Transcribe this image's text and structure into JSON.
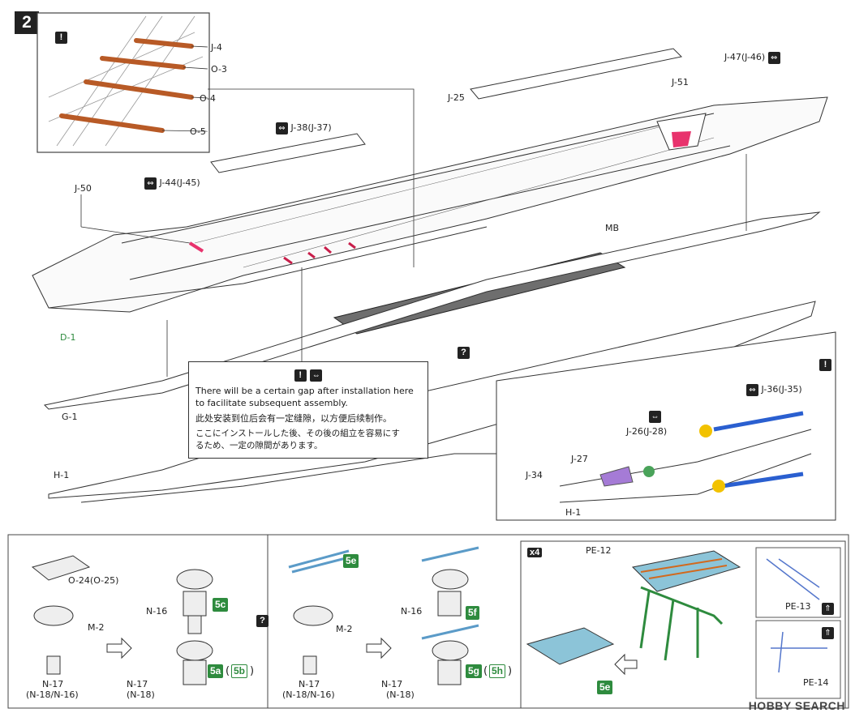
{
  "step": {
    "number": "2"
  },
  "inset_parts": [
    "J-4",
    "O-3",
    "O-4",
    "O-5"
  ],
  "main_labels": {
    "j38": "J-38(J-37)",
    "j44": "J-44(J-45)",
    "j50": "J-50",
    "j25": "J-25",
    "j51": "J-51",
    "j47": "J-47(J-46)",
    "mb": "MB",
    "d1": "D-1",
    "g1": "G-1",
    "h1": "H-1"
  },
  "callout": {
    "en": "There will be a certain gap after installation here to facilitate subsequent assembly.",
    "zh": "此处安装到位后会有一定缝隙，以方便后续制作。",
    "ja_line1": "ここにインストールした後、その後の組立を容易にす",
    "ja_line2": "るため、一定の隙間があります。"
  },
  "right_inset": {
    "j36": "J-36(J-35)",
    "j26": "J-26(J-28)",
    "j27": "J-27",
    "j34": "J-34",
    "h1": "H-1"
  },
  "bottom": {
    "left": {
      "o24": "O-24(O-25)",
      "m2": "M-2",
      "n17": "N-17",
      "n17_alt": "(N-18/N-16)",
      "n16": "N-16",
      "tag_5c": "5c",
      "n17b": "N-17",
      "n18b": "(N-18)",
      "tag_5a": "5a",
      "tag_5b": "5b"
    },
    "mid": {
      "tag_5e": "5e",
      "m2": "M-2",
      "n17": "N-17",
      "n17_alt": "(N-18/N-16)",
      "n16": "N-16",
      "tag_5f": "5f",
      "n17b": "N-17",
      "n18b": "(N-18)",
      "tag_5g": "5g",
      "tag_5h": "5h"
    },
    "right": {
      "x4": "x4",
      "pe12": "PE-12",
      "pe13": "PE-13",
      "pe14": "PE-14",
      "tag_5e": "5e"
    }
  },
  "watermark": "HOBBY SEARCH",
  "colors": {
    "accent_green": "#2e8b3e",
    "part_orange": "#d2691e",
    "highlight_pink": "#e8336d",
    "part_blue": "#2a5fd0",
    "part_yellow": "#f2c200",
    "part_purple": "#a57bd6"
  }
}
